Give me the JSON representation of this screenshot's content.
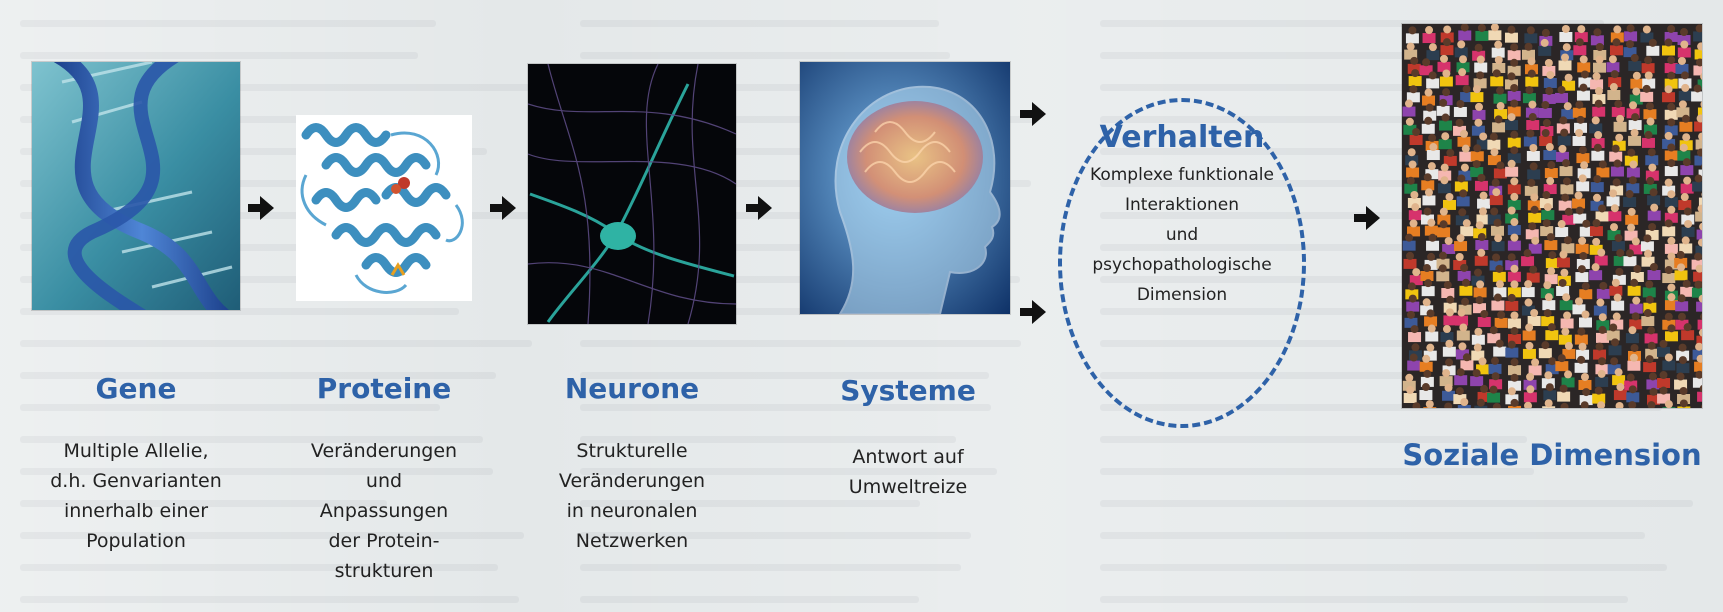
{
  "stages": [
    {
      "title": "Gene",
      "desc": [
        "Multiple Allelie,",
        "d.h. Genvarianten",
        "innerhalb einer",
        "Population"
      ]
    },
    {
      "title": "Proteine",
      "desc": [
        "Veränderungen",
        "und",
        "Anpassungen",
        "der Protein-",
        "strukturen"
      ]
    },
    {
      "title": "Neurone",
      "desc": [
        "Strukturelle",
        "Veränderungen",
        "in neuronalen",
        "Netzwerken"
      ]
    },
    {
      "title": "Systeme",
      "desc": [
        "Antwort auf",
        "Umweltreize"
      ]
    }
  ],
  "verhalten": {
    "title": "Verhalten",
    "desc": [
      "Komplexe funktionale",
      "Interaktionen",
      "und",
      "psychopathologische",
      "Dimension"
    ]
  },
  "social": {
    "title": "Soziale Dimension"
  },
  "colors": {
    "accent": "#2e62a8",
    "text": "#222222",
    "arrow": "#111111"
  }
}
